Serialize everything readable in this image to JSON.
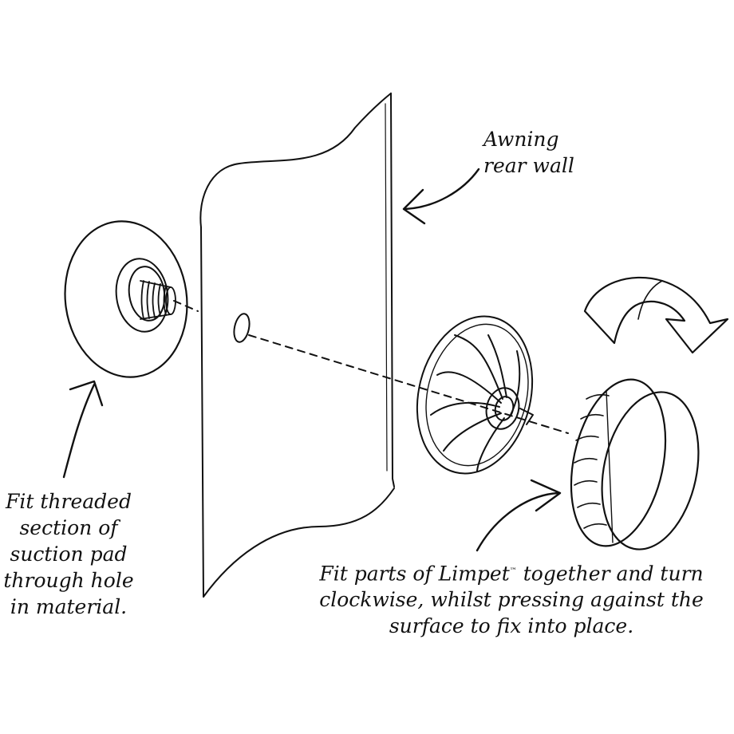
{
  "labels": {
    "awning": [
      "Awning",
      "rear wall"
    ],
    "left": [
      "Fit threaded",
      "section of",
      "suction pad",
      "through hole",
      "in material."
    ],
    "right_line1_a": "Fit parts of Limpet",
    "right_tm": "™",
    "right_line1_b": " together and turn",
    "right_line2": "clockwise, whilst pressing against the",
    "right_line3": "surface to fix into place."
  },
  "colors": {
    "ink": "#111111",
    "background": "#ffffff"
  },
  "icons": [
    "curved-rotate-arrow-icon",
    "pointer-arrow-icon"
  ]
}
